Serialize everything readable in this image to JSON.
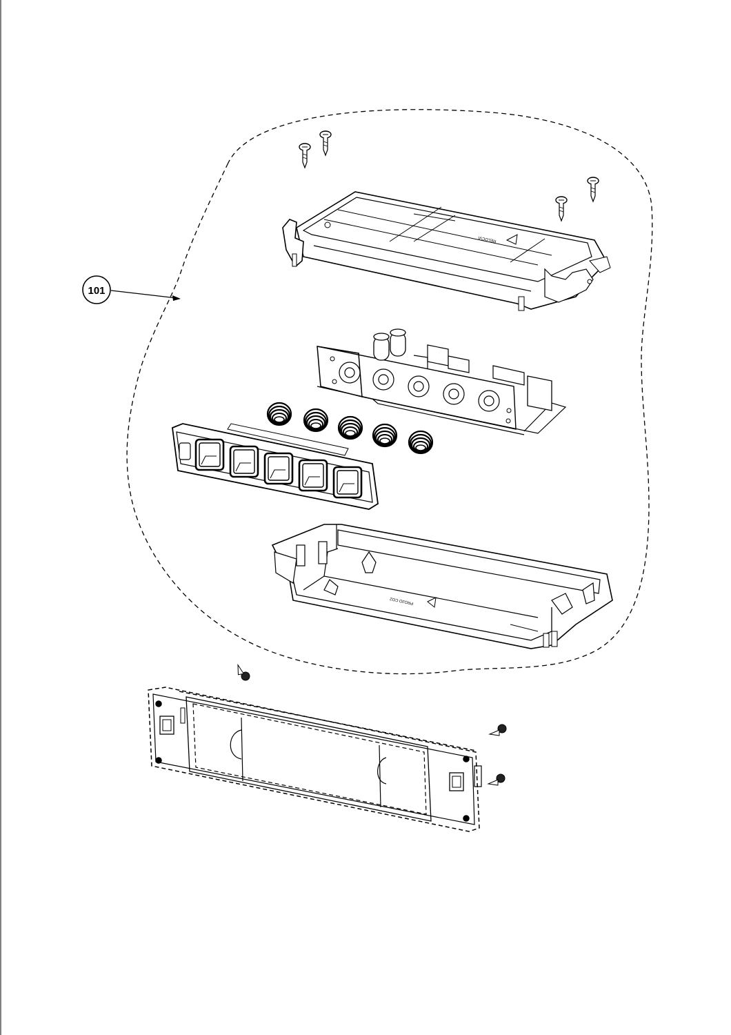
{
  "callout": {
    "label": "101"
  },
  "part_marks": {
    "top_cover": "RELOCVI",
    "bottom_housing": "PROJO CO2"
  },
  "colors": {
    "line": "#000000",
    "background": "#ffffff"
  }
}
